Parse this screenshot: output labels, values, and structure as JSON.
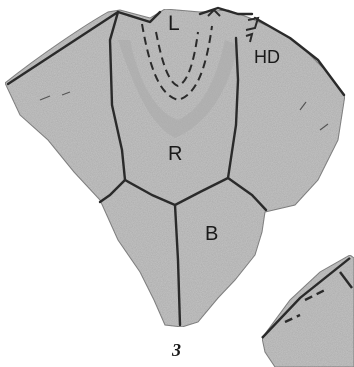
{
  "figure": {
    "labels": {
      "lateral": "L",
      "hd": "HD",
      "radial": "R",
      "basal": "B"
    },
    "caption": "3"
  },
  "colors": {
    "specimen_fill": "#c9c9c9",
    "specimen_shadow": "#a9a9a9",
    "suture_line": "#2a2a2a",
    "background": "#ffffff"
  }
}
